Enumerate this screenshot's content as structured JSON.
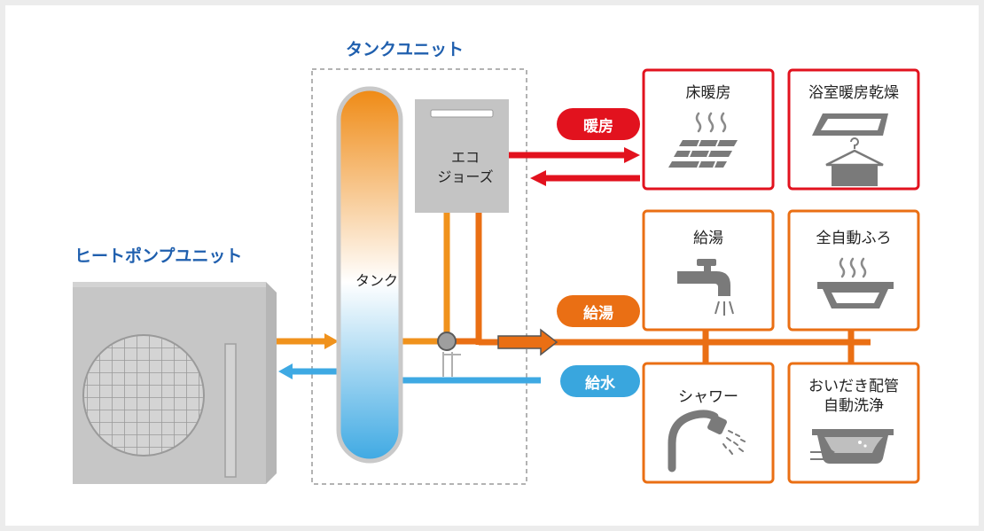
{
  "titles": {
    "tank_unit": "タンクユニット",
    "heat_pump_unit": "ヒートポンプユニット"
  },
  "components": {
    "tank": "タンク",
    "ecojoes_line1": "エコ",
    "ecojoes_line2": "ジョーズ"
  },
  "pills": {
    "heating": "暖房",
    "hot_water": "給湯",
    "water_supply": "給水"
  },
  "destinations": {
    "floor_heating": "床暖房",
    "bathroom_dryer": "浴室暖房乾燥",
    "hot_water_supply": "給湯",
    "auto_bath": "全自動ふろ",
    "shower": "シャワー",
    "reheat_pipe_line1": "おいだき配管",
    "reheat_pipe_line2": "自動洗浄"
  },
  "colors": {
    "heating_red": "#e2121e",
    "hot_water_orange": "#ea6f14",
    "supply_blue": "#39a6de",
    "title_blue": "#1f5fae",
    "unit_gray": "#c4c4c4"
  }
}
